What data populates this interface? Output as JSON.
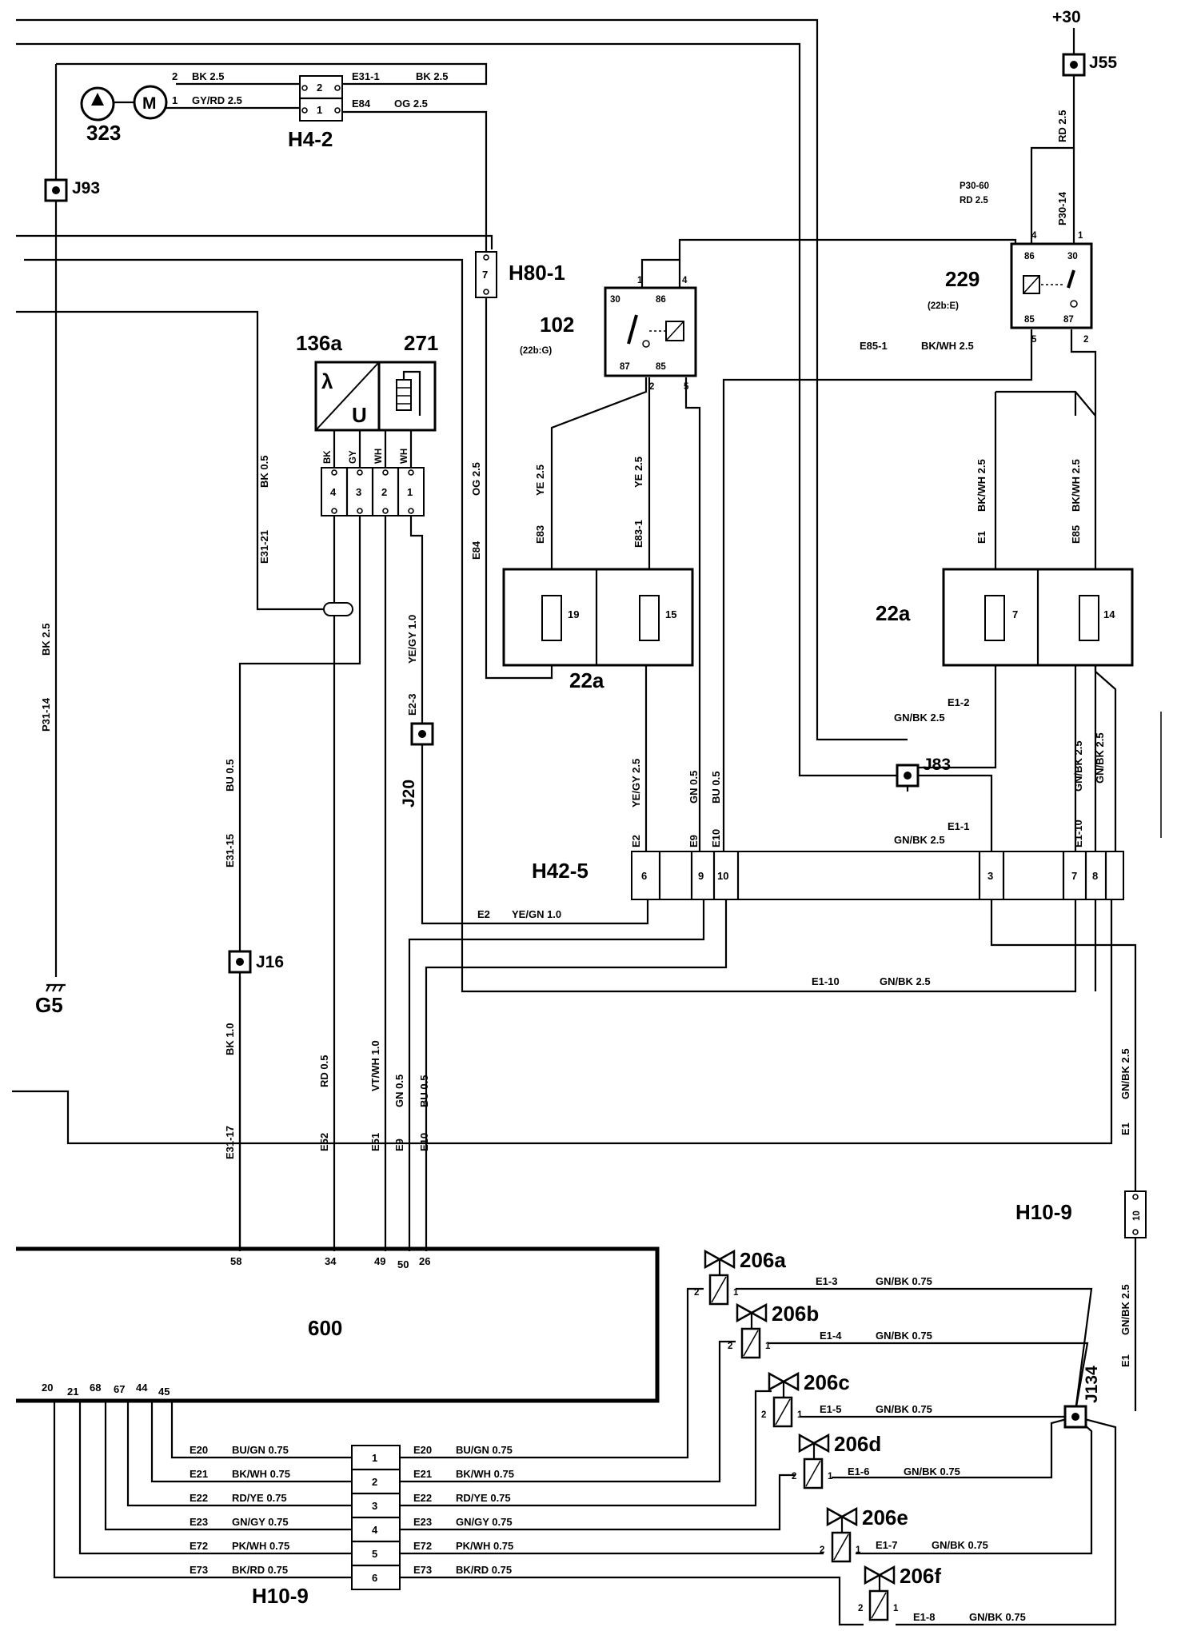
{
  "components": {
    "supply": "+30",
    "j55": "J55",
    "j93": "J93",
    "pump": "323",
    "h4_2": "H4-2",
    "h80_1": "H80-1",
    "relay102": "102",
    "relay102_ref": "(22b:G)",
    "relay229": "229",
    "relay229_ref": "(22b:E)",
    "sensor136a": "136a",
    "heater271": "271",
    "fuse22a_left": "22a",
    "fuse22a_right": "22a",
    "j83": "J83",
    "j20": "J20",
    "h42_5": "H42-5",
    "j16": "J16",
    "g5": "G5",
    "h10_9_right": "H10-9",
    "ecu600": "600",
    "j134": "J134",
    "h10_9_bottom": "H10-9",
    "v206a": "206a",
    "v206b": "206b",
    "v206c": "206c",
    "v206d": "206d",
    "v206e": "206e",
    "v206f": "206f"
  },
  "symbols": {
    "lambda": "λ",
    "u": "U",
    "motor": "M"
  },
  "pins": {
    "h4_2": [
      "2",
      "1"
    ],
    "pump_wire_nums": [
      "2",
      "1"
    ],
    "h80_1": "7",
    "relay102": {
      "p30": "30",
      "p86": "86",
      "p87": "87",
      "p85": "85",
      "t1": "1",
      "t4": "4",
      "t2": "2",
      "t5": "5"
    },
    "relay229": {
      "p86": "86",
      "p30": "30",
      "p85": "85",
      "p87": "87",
      "t4": "4",
      "t1": "1",
      "t5": "5",
      "t2": "2"
    },
    "conn_136": [
      "4",
      "3",
      "2",
      "1"
    ],
    "conn_136_colors": [
      "BK",
      "GY",
      "WH",
      "WH"
    ],
    "fuses_left": [
      "19",
      "15"
    ],
    "fuses_right": [
      "7",
      "14"
    ],
    "h42_5": [
      "6",
      "9",
      "10",
      "3",
      "7",
      "8"
    ],
    "h10_9_right": "10",
    "ecu_top": [
      "58",
      "34",
      "49",
      "50",
      "26"
    ],
    "ecu_bottom": [
      "20",
      "21",
      "68",
      "67",
      "44",
      "45"
    ],
    "h10_9_bottom": [
      "1",
      "2",
      "3",
      "4",
      "5",
      "6"
    ],
    "valve_pins": [
      "2",
      "1"
    ]
  },
  "wires": {
    "w_pump_bk": "BK  2.5",
    "w_pump_gyrd": "GY/RD  2.5",
    "w_e31_1_id": "E31-1",
    "w_e31_1_spec": "BK  2.5",
    "w_e84_id": "E84",
    "w_e84_spec": "OG  2.5",
    "w_rd25": "RD  2.5",
    "w_p30_14": "P30-14",
    "w_p30_60": "P30-60",
    "w_p30_60_spec": "RD  2.5",
    "w_e85_1": "E85-1",
    "w_e85_1_spec": "BK/WH  2.5",
    "w_e31_21": "E31-21",
    "w_e31_21_spec": "BK  0.5",
    "w_e84_v": "E84",
    "w_e84_v_spec": "OG  2.5",
    "w_e83": "E83",
    "w_e83_spec": "YE  2.5",
    "w_e83_1": "E83-1",
    "w_e83_1_spec": "YE  2.5",
    "w_e1": "E1",
    "w_e1_spec": "BK/WH  2.5",
    "w_e85": "E85",
    "w_e85_spec": "BK/WH  2.5",
    "w_p31_14": "P31-14",
    "w_p31_14_spec": "BK  2.5",
    "w_e2_3": "E2-3",
    "w_e2_3_spec": "YE/GY  1.0",
    "w_e1_2": "E1-2",
    "w_e1_2_spec": "GN/BK  2.5",
    "w_e1_10_v": "E1-10",
    "w_e1_10_v_spec": "GN/BK  2.5",
    "w_e1_10_v2_spec": "GN/BK  2.5",
    "w_e31_15": "E31-15",
    "w_e31_15_spec": "BU  0.5",
    "w_e2": "E2",
    "w_e2_spec": "YE/GY  2.5",
    "w_e9": "E9",
    "w_e9_spec": "GN  0.5",
    "w_e10": "E10",
    "w_e10_spec": "BU  0.5",
    "w_e1_1": "E1-1",
    "w_e1_1_spec": "GN/BK  2.5",
    "w_e2_h": "E2",
    "w_e2_h_spec": "YE/GN  1.0",
    "w_e1_10_h": "E1-10",
    "w_e1_10_h_spec": "GN/BK  2.5",
    "w_e31_17": "E31-17",
    "w_e31_17_spec": "BK  1.0",
    "w_e52": "E52",
    "w_e52_spec": "RD  0.5",
    "w_e51": "E51",
    "w_e51_spec": "VT/WH  1.0",
    "w_e9_b": "E9",
    "w_e9_b_spec": "GN  0.5",
    "w_e10_b": "E10",
    "w_e10_b_spec": "BU  0.5",
    "w_e1_right": "E1",
    "w_e1_right_spec": "GN/BK  2.5",
    "w_e1_j134": "E1",
    "w_e1_j134_spec": "GN/BK  2.5",
    "valve_wires": [
      {
        "id": "E1-3",
        "spec": "GN/BK  0.75"
      },
      {
        "id": "E1-4",
        "spec": "GN/BK  0.75"
      },
      {
        "id": "E1-5",
        "spec": "GN/BK  0.75"
      },
      {
        "id": "E1-6",
        "spec": "GN/BK  0.75"
      },
      {
        "id": "E1-7",
        "spec": "GN/BK  0.75"
      },
      {
        "id": "E1-8",
        "spec": "GN/BK  0.75"
      }
    ],
    "bus_left": [
      {
        "id": "E20",
        "spec": "BU/GN  0.75"
      },
      {
        "id": "E21",
        "spec": "BK/WH  0.75"
      },
      {
        "id": "E22",
        "spec": "RD/YE  0.75"
      },
      {
        "id": "E23",
        "spec": "GN/GY  0.75"
      },
      {
        "id": "E72",
        "spec": "PK/WH  0.75"
      },
      {
        "id": "E73",
        "spec": "BK/RD  0.75"
      }
    ],
    "bus_right": [
      {
        "id": "E20",
        "spec": "BU/GN  0.75"
      },
      {
        "id": "E21",
        "spec": "BK/WH  0.75"
      },
      {
        "id": "E22",
        "spec": "RD/YE  0.75"
      },
      {
        "id": "E23",
        "spec": "GN/GY  0.75"
      },
      {
        "id": "E72",
        "spec": "PK/WH  0.75"
      },
      {
        "id": "E73",
        "spec": "BK/RD  0.75"
      }
    ]
  }
}
